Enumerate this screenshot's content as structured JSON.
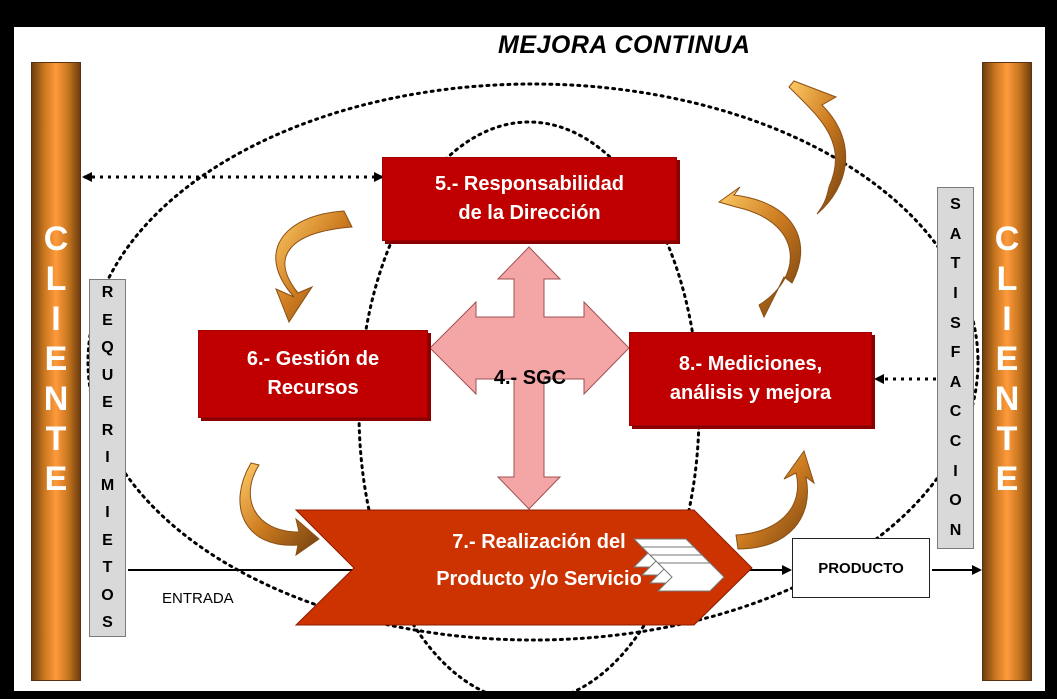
{
  "title": "MEJORA CONTINUA",
  "cliente_left": [
    "C",
    "L",
    "I",
    "E",
    "N",
    "T",
    "E"
  ],
  "cliente_right": [
    "C",
    "L",
    "I",
    "E",
    "N",
    "T",
    "E"
  ],
  "requerimientos": [
    "R",
    "E",
    "Q",
    "U",
    "E",
    "R",
    "I",
    "M",
    "I",
    "E",
    "T",
    "O",
    "S"
  ],
  "satisfaccion": [
    "S",
    "A",
    "T",
    "I",
    "S",
    "F",
    "A",
    "C",
    "C",
    "I",
    "O",
    "N"
  ],
  "boxes": {
    "responsabilidad": [
      "5.- Responsabilidad",
      "de la Dirección"
    ],
    "gestion": [
      "6.- Gestión de",
      "Recursos"
    ],
    "mediciones": [
      "8.- Mediciones,",
      "análisis y mejora"
    ],
    "realizacion": [
      "7.- Realización del",
      "Producto y/o Servicio"
    ]
  },
  "center_label": "4.- SGC",
  "entrada_label": "ENTRADA",
  "producto_label": "PRODUCTO",
  "colors": {
    "red_box": "#c00000",
    "center_arrow": "#f4a6a6",
    "realizacion": "#cc3300",
    "cliente_bar": "#ff9a3c",
    "gray_bar": "#d9d9d9"
  }
}
